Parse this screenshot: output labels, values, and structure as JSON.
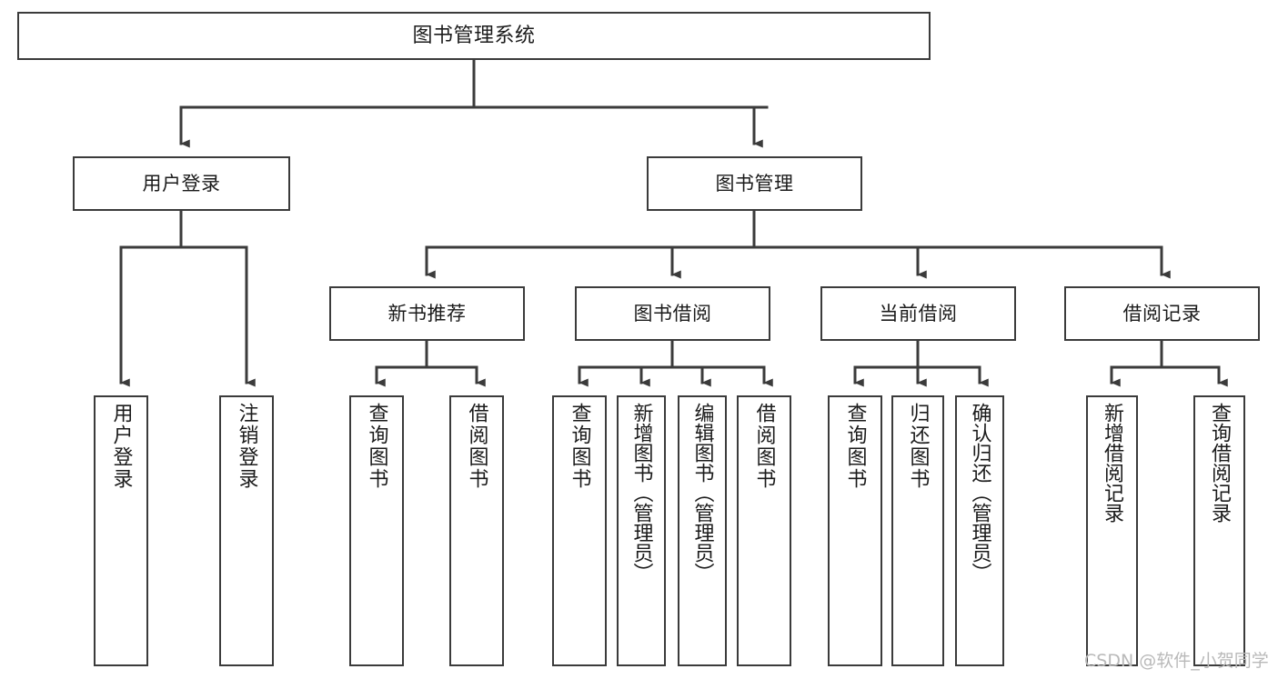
{
  "diagram": {
    "title": "图书管理系统",
    "type": "功能结构图",
    "stroke_color": "#3b3b3b",
    "background_color": "#ffffff",
    "text_color": "#1b1b1b"
  },
  "nodes": {
    "root": {
      "label": "图书管理系统"
    },
    "level1": [
      {
        "id": "user-login",
        "label": "用户登录"
      },
      {
        "id": "book-manage",
        "label": "图书管理"
      }
    ],
    "level2": [
      {
        "id": "new-book-recommend",
        "label": "新书推荐"
      },
      {
        "id": "book-borrow",
        "label": "图书借阅"
      },
      {
        "id": "current-borrow",
        "label": "当前借阅"
      },
      {
        "id": "borrow-record",
        "label": "借阅记录"
      }
    ],
    "leaves": [
      {
        "id": "leaf-user-login",
        "label": "用户登录",
        "parent": "user-login"
      },
      {
        "id": "leaf-logout-login",
        "label": "注销登录",
        "parent": "user-login"
      },
      {
        "id": "leaf-query-book-1",
        "label": "查询图书",
        "parent": "new-book-recommend"
      },
      {
        "id": "leaf-borrow-book-1",
        "label": "借阅图书",
        "parent": "new-book-recommend"
      },
      {
        "id": "leaf-query-book-2",
        "label": "查询图书",
        "parent": "book-borrow"
      },
      {
        "id": "leaf-add-book",
        "label": "新增图书（管理员）",
        "parent": "book-borrow"
      },
      {
        "id": "leaf-edit-book",
        "label": "编辑图书（管理员）",
        "parent": "book-borrow"
      },
      {
        "id": "leaf-borrow-book-2",
        "label": "借阅图书",
        "parent": "book-borrow"
      },
      {
        "id": "leaf-query-book-3",
        "label": "查询图书",
        "parent": "current-borrow"
      },
      {
        "id": "leaf-return-book",
        "label": "归还图书",
        "parent": "current-borrow"
      },
      {
        "id": "leaf-confirm-return",
        "label": "确认归还（管理员）",
        "parent": "current-borrow"
      },
      {
        "id": "leaf-add-record",
        "label": "新增借阅记录",
        "parent": "borrow-record"
      },
      {
        "id": "leaf-query-record",
        "label": "查询借阅记录",
        "parent": "borrow-record"
      }
    ]
  },
  "watermark": {
    "text": "CSDN @软件_小贺同学"
  }
}
